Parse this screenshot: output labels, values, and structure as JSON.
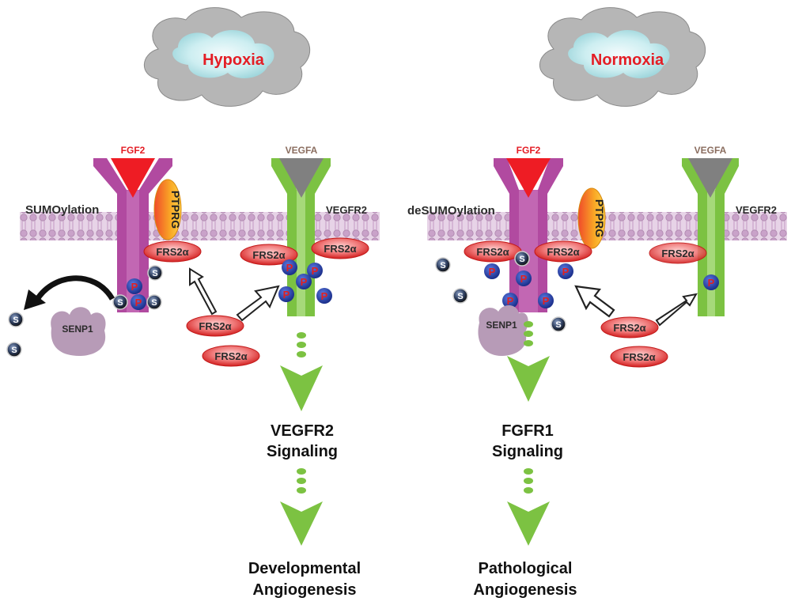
{
  "left_panel": {
    "condition": "Hypoxia",
    "ligand_left": "FGF2",
    "ligand_right": "VEGFA",
    "modification_label": "SUMOylation",
    "phosphatase": "PTPRG",
    "receptor_label": "VEGFR2",
    "adaptor": "FRS2α",
    "phospho_mark": "P",
    "sumo_mark": "S",
    "protease": "SENP1",
    "signaling_line1": "VEGFR2",
    "signaling_line2": "Signaling",
    "outcome_line1": "Developmental",
    "outcome_line2": "Angiogenesis"
  },
  "right_panel": {
    "condition": "Normoxia",
    "ligand_left": "FGF2",
    "ligand_right": "VEGFA",
    "modification_label": "deSUMOylation",
    "phosphatase": "PTPRG",
    "receptor_label": "VEGFR2",
    "adaptor": "FRS2α",
    "phospho_mark": "P",
    "sumo_mark": "S",
    "protease": "SENP1",
    "signaling_line1": "FGFR1",
    "signaling_line2": "Signaling",
    "outcome_line1": "Pathological",
    "outcome_line2": "Angiogenesis"
  },
  "colors": {
    "fgfr": "#b14aa0",
    "vegfr": "#7cc242",
    "fgf2": "#ee1c24",
    "vegfa": "#808080",
    "frs2a": "#e63a3a",
    "cloud": "#b6b6b6",
    "cloud_inner": "#d6f0f2",
    "membrane": "#c9a2c9",
    "phospho": "#2741a8",
    "sumo": "#333333",
    "senp1": "#b79bb7",
    "ptprg": "#f5a623",
    "arrow_green": "#7cc242"
  }
}
